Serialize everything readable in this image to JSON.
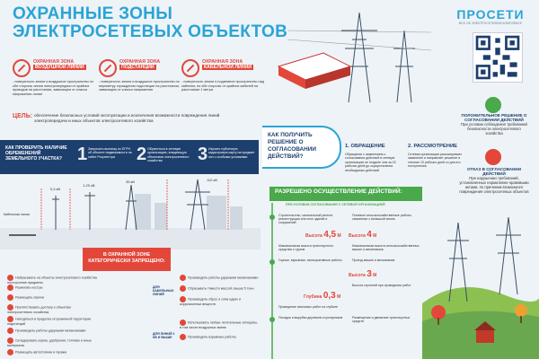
{
  "title": {
    "line1": "ОХРАННЫЕ ЗОНЫ",
    "line2": "ЭЛЕКТРОСЕТЕВЫХ ОБЪЕКТОВ"
  },
  "logo": {
    "name": "ПРОСЕТИ",
    "sub": "ВСЕ ОБ ЭЛЕКТРОСЕТЕВОМ КОМПЛЕКСЕ"
  },
  "zones": [
    {
      "h1": "ОХРАННАЯ ЗОНА",
      "tag": "ВОЗДУШНОЙ ЛИНИИ",
      "text": "- поверхность земли и воздушное пространство по обе стороны линии электропередачи от крайних проводов на расстоянии, зависящем от класса напряжения линии"
    },
    {
      "h1": "ОХРАННАЯ ЗОНА",
      "tag": "ПОДСТАНЦИИ",
      "text": "- поверхность земли и воздушное пространство по периметру ограждения подстанции на расстоянии, зависящем от класса напряжения"
    },
    {
      "h1": "ОХРАННАЯ ЗОНА",
      "tag": "КАБЕЛЬНОЙ ЛИНИИ",
      "text": "- поверхность земли и подземное пространство над кабелем, по обе стороны от крайних кабелей на расстоянии 1 метра"
    }
  ],
  "goal": {
    "label": "ЦЕЛЬ:",
    "text": "обеспечение безопасных условий эксплуатации и исключения возможности повреждения линий электропередачи и иных объектов электросетевого хозяйства"
  },
  "check": {
    "question": "КАК ПРОВЕРИТЬ НАЛИЧИЕ ОБРЕМЕНЕНИЙ ЗЕМЕЛЬНОГО УЧАСТКА?",
    "steps": [
      {
        "n": "1",
        "text": "Запросить выписку из ЕГРН об объекте недвижимости на сайте Росреестра"
      },
      {
        "n": "2",
        "text": "Обратиться в сетевую организацию, владеющую объектами электросетевого хозяйства"
      },
      {
        "n": "3",
        "text": "Изучить публичную кадастровую карту на предмет зон с особыми условиями"
      }
    ]
  },
  "voltages": {
    "v1": "0,4 кВ",
    "v2": "1-20 кВ",
    "v3": "35 кВ",
    "v4": "110 кВ",
    "cable": "Кабельная линия"
  },
  "ban": {
    "line1": "В ОХРАННОЙ ЗОНЕ",
    "line2": "КАТЕГОРИЧЕСКИ ЗАПРЕЩЕНО:"
  },
  "bans_left": [
    "Набрасывать на объекты электросетевого хозяйства посторонние предметы",
    "Разжигать костры",
    "Размещать свалки",
    "Препятствовать доступу к объектам электросетевого хозяйства",
    "Находиться в пределах огороженной территории подстанций",
    "Производить работы ударными механизмами",
    "Складировать корма, удобрения, топливо и иные материалы",
    "Размещать автостоянки и гаражи"
  ],
  "bans_mid": [
    "Производить работы ударными механизмами",
    "Сбрасывать тяжести массой свыше 5 тонн",
    "Производить сброс и слив едких и коррозионных веществ",
    "Использовать любые летательные аппараты, в том числе воздушных змеев",
    "Производить взрывные работы"
  ],
  "sub_labels": {
    "cable": "ДЛЯ КАБЕЛЬНЫХ ЛИНИЙ",
    "over": "ДЛЯ ЛИНИЙ 1 КВ И ВЫШЕ"
  },
  "how": {
    "title": "КАК ПОЛУЧИТЬ РЕШЕНИЕ О СОГЛАСОВАНИИ ДЕЙСТВИЙ?"
  },
  "stages": [
    {
      "h": "1. ОБРАЩЕНИЕ",
      "text": "Обращение с заявлением о согласовании действий в сетевую организацию не позднее чем за 15 рабочих дней до осуществления необходимых действий"
    },
    {
      "h": "2. РАССМОТРЕНИЕ",
      "text": "Сетевая организация рассматривает заявление и направляет решение в течение 10 рабочих дней со дня его поступления"
    }
  ],
  "results": [
    {
      "h": "ПОЛОЖИТЕЛЬНОЕ РЕШЕНИЕ О СОГЛАСОВАНИИ ДЕЙСТВИЙ",
      "text": "При условии соблюдения требований безопасности электросетевого хозяйства"
    },
    {
      "h": "ОТКАЗ В СОГЛАСОВАНИИ ДЕЙСТВИЙ",
      "text": "При нарушении требований, установленных нормативно-правовыми актами, по причинам возможного повреждения электросетевых объектов"
    }
  ],
  "permit": {
    "title": "РАЗРЕШЕНО ОСУЩЕСТВЛЕНИЕ ДЕЙСТВИЙ:",
    "sub": "ПРИ УСЛОВИИ СОГЛАСОВАНИЯ С СЕТЕВОЙ ОРГАНИЗАЦИЕЙ"
  },
  "permits_left": [
    "Строительство, капитальный ремонт, реконструкция или снос зданий и сооружений",
    "Горные, взрывные, мелиоративные работы",
    "Посадка и вырубка деревьев и кустарников"
  ],
  "permits_right": [
    "Полевые сельскохозяйственные работы, связанные с вспашкой земли",
    "Проезд машин и механизмов",
    "Размещение и движение транспортных средств"
  ],
  "heights": [
    {
      "label": "Высота",
      "value": "4,5",
      "unit": "М",
      "text": "Максимальная высота транспортного средства с грузом"
    },
    {
      "label": "Высота",
      "value": "4",
      "unit": "М",
      "text": "Максимальная высота сельскохозяйственных машин и механизмов"
    },
    {
      "label": "Глубина",
      "value": "0,3",
      "unit": "М",
      "text": "Проведение земляных работ на глубине"
    },
    {
      "label": "Высота",
      "value": "3",
      "unit": "М",
      "text": "Высота строений при проведении работ"
    }
  ]
}
